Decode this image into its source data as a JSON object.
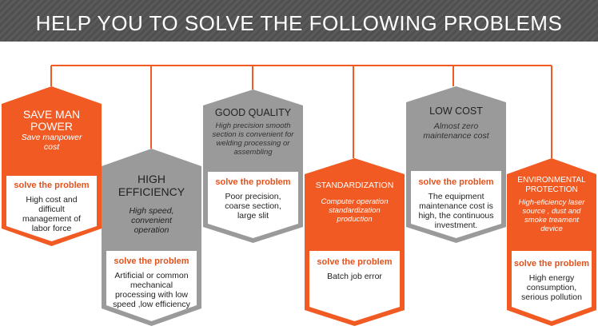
{
  "banner": {
    "title": "HELP YOU TO SOLVE THE FOLLOWING PROBLEMS EASILY"
  },
  "colors": {
    "orange": "#f15a22",
    "gray": "#9a9a9a",
    "accent_text": "#e4521c"
  },
  "cards": [
    {
      "title": "SAVE MAN POWER",
      "subtitle": "Save manpower cost",
      "solve": "solve the problem",
      "problem": "High cost and difficult management of labor force",
      "theme": "orange"
    },
    {
      "title": "HIGH EFFICIENCY",
      "subtitle": "High speed, convenient operation",
      "solve": "solve the problem",
      "problem": "Artificial or common mechanical processing with low speed ,low efficiency",
      "theme": "gray"
    },
    {
      "title": "GOOD QUALITY",
      "subtitle": "High precision smooth section is convenient for welding processing or assembling",
      "solve": "solve the problem",
      "problem": "Poor precision, coarse section, large slit",
      "theme": "gray"
    },
    {
      "title": "STANDARDIZATION",
      "subtitle": "Computer operation standardization production",
      "solve": "solve the problem",
      "problem": "Batch job error",
      "theme": "orange"
    },
    {
      "title": "LOW COST",
      "subtitle": "Almost zero maintenance cost",
      "solve": "solve the problem",
      "problem": "The equipment maintenance cost is high, the continuous investment.",
      "theme": "gray"
    },
    {
      "title": "ENVIRONMENTAL PROTECTION",
      "subtitle": "High-eficiency laser source , dust and smoke treament device",
      "solve": "solve the problem",
      "problem": "High energy consumption, serious pollution",
      "theme": "orange"
    }
  ]
}
